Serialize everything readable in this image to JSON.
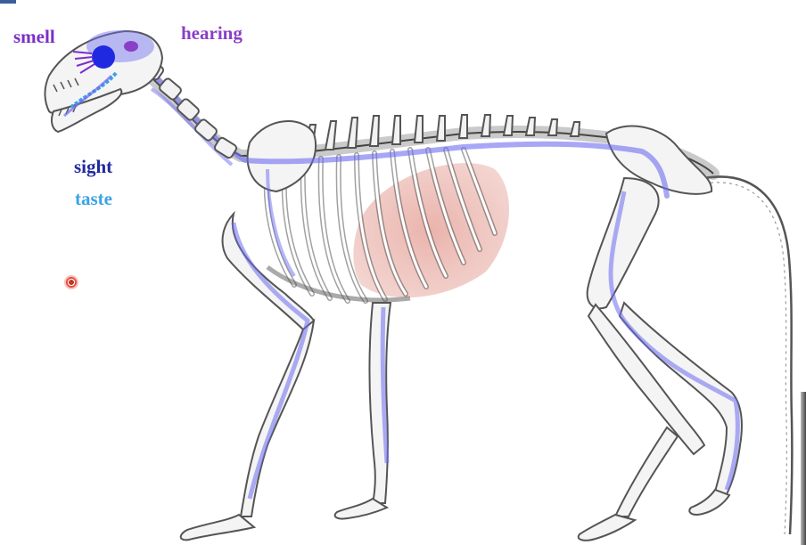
{
  "labels": {
    "smell": "smell",
    "hearing": "hearing",
    "sight": "sight",
    "taste": "taste"
  },
  "colors": {
    "smell": "#7b2fc9",
    "hearing": "#8a3fc6",
    "sight": "#1f2a9c",
    "taste": "#3aa3e6",
    "nerve": "#6c6cf0",
    "lung": "#e8a49c",
    "bone_stroke": "#555555",
    "bone_fill": "#f4f4f4"
  },
  "icons": {
    "pointer": "laser-pointer-icon"
  }
}
